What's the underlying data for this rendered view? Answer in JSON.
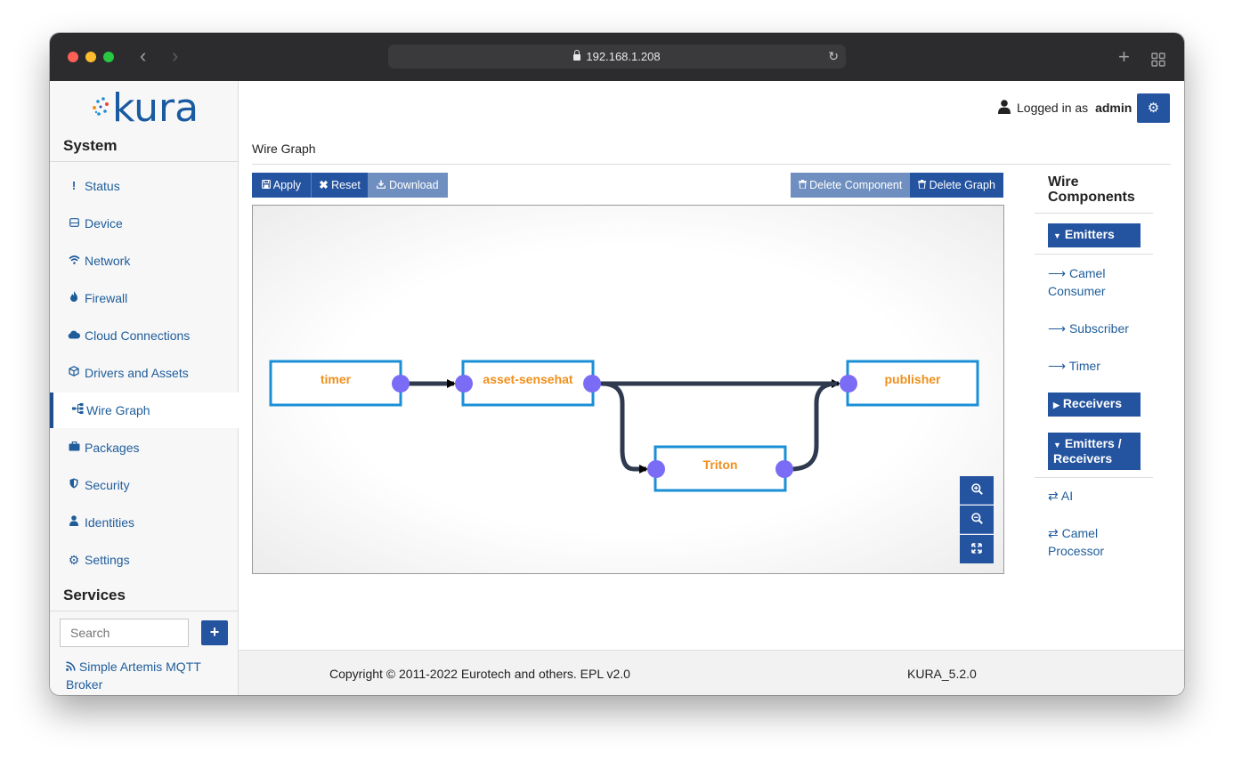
{
  "browser": {
    "url": "192.168.1.208"
  },
  "sidebar": {
    "logo_text": "kura",
    "system_heading": "System",
    "items": [
      {
        "label": "Status",
        "icon": "exclamation-icon"
      },
      {
        "label": "Device",
        "icon": "hdd-icon"
      },
      {
        "label": "Network",
        "icon": "wifi-icon"
      },
      {
        "label": "Firewall",
        "icon": "fire-icon"
      },
      {
        "label": "Cloud Connections",
        "icon": "cloud-icon"
      },
      {
        "label": "Drivers and Assets",
        "icon": "cube-icon"
      },
      {
        "label": "Wire Graph",
        "icon": "sitemap-icon",
        "active": true
      },
      {
        "label": "Packages",
        "icon": "briefcase-icon"
      },
      {
        "label": "Security",
        "icon": "shield-icon"
      },
      {
        "label": "Identities",
        "icon": "user-icon"
      },
      {
        "label": "Settings",
        "icon": "gear-icon"
      }
    ],
    "services_heading": "Services",
    "search_placeholder": "Search",
    "add_label": "+",
    "services": [
      {
        "label": "Simple Artemis MQTT Broker",
        "icon": "rss-icon"
      }
    ]
  },
  "header": {
    "logged_in_text": "Logged in as",
    "username": "admin"
  },
  "page": {
    "title": "Wire Graph"
  },
  "toolbar": {
    "apply": "Apply",
    "reset": "Reset",
    "download": "Download",
    "delete_component": "Delete Component",
    "delete_graph": "Delete Graph"
  },
  "graph": {
    "nodes": [
      {
        "id": "timer",
        "label": "timer"
      },
      {
        "id": "asset-sensehat",
        "label": "asset-sensehat"
      },
      {
        "id": "publisher",
        "label": "publisher"
      },
      {
        "id": "triton",
        "label": "Triton"
      }
    ],
    "colors": {
      "node_border": "#1a8fd6",
      "node_label": "#f0901b",
      "port": "#7b6cf6",
      "wire": "#2f3a4f"
    }
  },
  "zoom_controls": [
    "zoom-in-icon",
    "zoom-out-icon",
    "expand-icon"
  ],
  "components_panel": {
    "title_line1": "Wire",
    "title_line2": "Components",
    "emitters_label": "Emitters",
    "emitters": [
      "Camel Consumer",
      "Subscriber",
      "Timer"
    ],
    "receivers_label": "Receivers",
    "emitters_receivers_label": "Emitters / Receivers",
    "emitters_receivers": [
      "AI",
      "Camel Processor"
    ]
  },
  "footer": {
    "copyright": "Copyright © 2011-2022 Eurotech and others. EPL v2.0",
    "version": "KURA_5.2.0"
  },
  "theme": {
    "primary": "#2453a0",
    "link": "#1f5d9a"
  }
}
